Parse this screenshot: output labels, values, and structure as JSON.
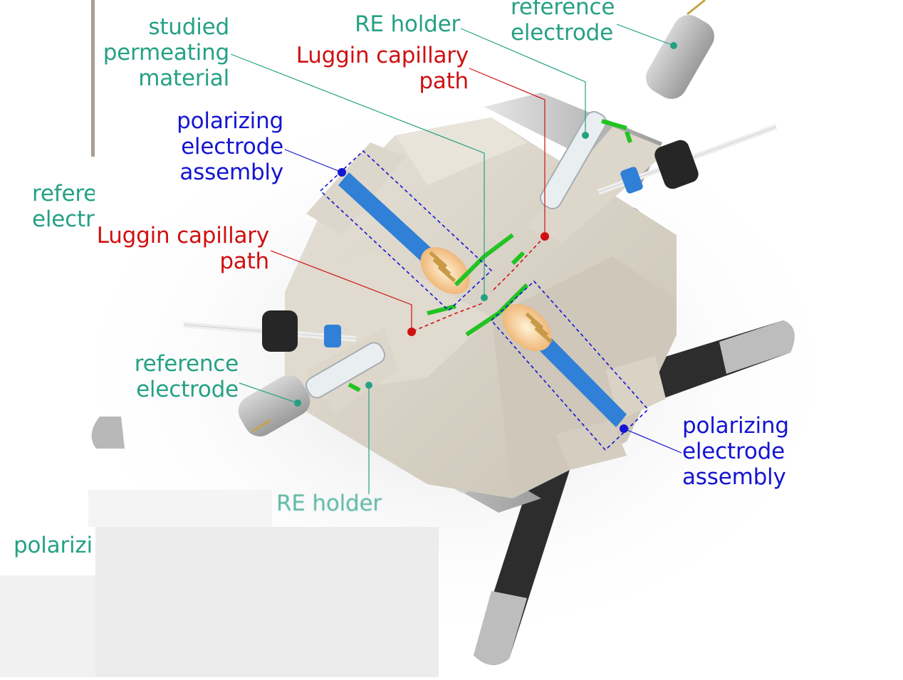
{
  "labels": {
    "studied_material": [
      "studied",
      "permeating",
      "material"
    ],
    "re_holder_top": "RE holder",
    "reference_electrode_top": [
      "reference",
      "electrode"
    ],
    "luggin_top": [
      "Luggin capillary",
      "path"
    ],
    "polarizing_left": [
      "polarizing",
      "electrode",
      "assembly"
    ],
    "reference_electrode_left_partial": [
      "refere",
      "electr"
    ],
    "luggin_left": [
      "Luggin capillary",
      "path"
    ],
    "reference_electrode_bottom": [
      "reference",
      "electrode"
    ],
    "re_holder_bottom": "RE holder",
    "polarizing_right": [
      "polarizing",
      "electrode",
      "assembly"
    ],
    "polarizing_bottom_partial": "polarizi"
  },
  "colors": {
    "green": "#25a184",
    "red": "#d01010",
    "blue": "#1414d2",
    "cell_body": "#d8d2c6",
    "metal": "#b9b9b9",
    "tube": "#2f80d6",
    "highlight_green": "#22c322"
  }
}
